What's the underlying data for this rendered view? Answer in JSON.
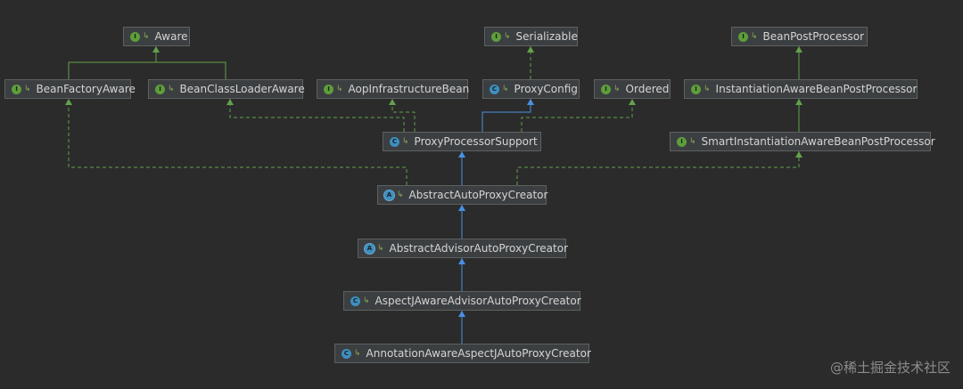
{
  "diagram": {
    "nodes": {
      "aware": {
        "label": "Aware",
        "kind": "interface"
      },
      "serializable": {
        "label": "Serializable",
        "kind": "interface"
      },
      "beanPostProcessor": {
        "label": "BeanPostProcessor",
        "kind": "interface"
      },
      "beanFactoryAware": {
        "label": "BeanFactoryAware",
        "kind": "interface"
      },
      "beanClassLoaderAware": {
        "label": "BeanClassLoaderAware",
        "kind": "interface"
      },
      "aopInfrastructureBean": {
        "label": "AopInfrastructureBean",
        "kind": "interface"
      },
      "proxyConfig": {
        "label": "ProxyConfig",
        "kind": "class"
      },
      "ordered": {
        "label": "Ordered",
        "kind": "interface"
      },
      "instantiationAwareBeanPostProcessor": {
        "label": "InstantiationAwareBeanPostProcessor",
        "kind": "interface"
      },
      "proxyProcessorSupport": {
        "label": "ProxyProcessorSupport",
        "kind": "class"
      },
      "smartInstantiationAwareBeanPostProcessor": {
        "label": "SmartInstantiationAwareBeanPostProcessor",
        "kind": "interface"
      },
      "abstractAutoProxyCreator": {
        "label": "AbstractAutoProxyCreator",
        "kind": "abstract"
      },
      "abstractAdvisorAutoProxyCreator": {
        "label": "AbstractAdvisorAutoProxyCreator",
        "kind": "abstract"
      },
      "aspectJAwareAdvisorAutoProxyCreator": {
        "label": "AspectJAwareAdvisorAutoProxyCreator",
        "kind": "class"
      },
      "annotationAwareAspectJAutoProxyCreator": {
        "label": "AnnotationAwareAspectJAutoProxyCreator",
        "kind": "class"
      }
    },
    "edges": [
      {
        "from": "beanFactoryAware",
        "to": "aware",
        "type": "extends"
      },
      {
        "from": "beanClassLoaderAware",
        "to": "aware",
        "type": "extends"
      },
      {
        "from": "proxyConfig",
        "to": "serializable",
        "type": "implements"
      },
      {
        "from": "instantiationAwareBeanPostProcessor",
        "to": "beanPostProcessor",
        "type": "extends"
      },
      {
        "from": "smartInstantiationAwareBeanPostProcessor",
        "to": "instantiationAwareBeanPostProcessor",
        "type": "extends"
      },
      {
        "from": "proxyProcessorSupport",
        "to": "proxyConfig",
        "type": "class-extends"
      },
      {
        "from": "proxyProcessorSupport",
        "to": "beanClassLoaderAware",
        "type": "implements"
      },
      {
        "from": "proxyProcessorSupport",
        "to": "aopInfrastructureBean",
        "type": "implements"
      },
      {
        "from": "proxyProcessorSupport",
        "to": "ordered",
        "type": "implements"
      },
      {
        "from": "abstractAutoProxyCreator",
        "to": "proxyProcessorSupport",
        "type": "class-extends"
      },
      {
        "from": "abstractAutoProxyCreator",
        "to": "beanFactoryAware",
        "type": "implements"
      },
      {
        "from": "abstractAutoProxyCreator",
        "to": "smartInstantiationAwareBeanPostProcessor",
        "type": "implements"
      },
      {
        "from": "abstractAdvisorAutoProxyCreator",
        "to": "abstractAutoProxyCreator",
        "type": "class-extends"
      },
      {
        "from": "aspectJAwareAdvisorAutoProxyCreator",
        "to": "abstractAdvisorAutoProxyCreator",
        "type": "class-extends"
      },
      {
        "from": "annotationAwareAspectJAutoProxyCreator",
        "to": "aspectJAwareAdvisorAutoProxyCreator",
        "type": "class-extends"
      }
    ],
    "colors": {
      "background": "#2b2b2b",
      "interface_edge": "#62a24b",
      "class_edge": "#4a90e2",
      "node_bg": "#3c3f41"
    }
  },
  "watermark": "@稀土掘金技术社区"
}
